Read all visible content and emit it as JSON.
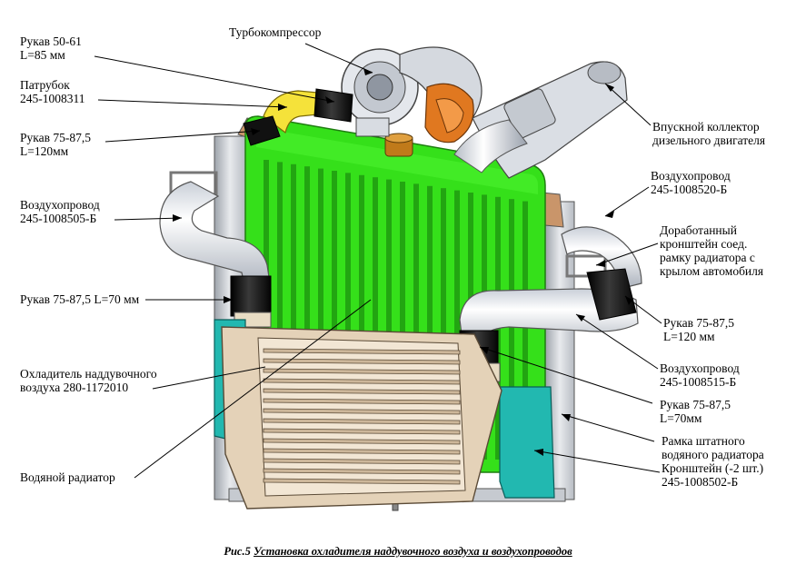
{
  "labels": {
    "hose_50_61": [
      "Рукав 50-61",
      "L=85 мм"
    ],
    "branch_pipe": [
      "Патрубок",
      "245-1008311"
    ],
    "hose_75_120_left": [
      "Рукав 75-87,5",
      "L=120мм"
    ],
    "air_duct_505": [
      "Воздухопровод",
      "245-1008505-Б"
    ],
    "hose_75_70_left": [
      "Рукав 75-87,5 L=70 мм"
    ],
    "intercooler": [
      "Охладитель наддувочного",
      "воздуха 280-1172010"
    ],
    "water_radiator": [
      "Водяной радиатор"
    ],
    "turbocharger": [
      "Турбокомпрессор"
    ],
    "intake_manifold": [
      "Впускной коллектор",
      "дизельного двигателя"
    ],
    "air_duct_520": [
      "Воздухопровод",
      "245-1008520-Б"
    ],
    "bracket_modified": [
      "Доработанный",
      "кронштейн соед.",
      "рамку радиатора с",
      "крылом автомобиля"
    ],
    "hose_75_120_right": [
      "Рукав 75-87,5",
      "L=120 мм"
    ],
    "air_duct_515": [
      "Воздухопровод",
      "245-1008515-Б"
    ],
    "hose_75_70_right": [
      "Рукав 75-87,5",
      "L=70мм"
    ],
    "radiator_frame": [
      "Рамка штатного",
      "водяного радиатора"
    ],
    "bracket_2pcs": [
      "Кронштейн (-2 шт.)",
      "245-1008502-Б"
    ]
  },
  "caption": {
    "prefix": "Рис.5",
    "title": "Установка охладителя наддувочного воздуха и воздухопроводов"
  },
  "colors": {
    "radiator": "#35e01a",
    "radiator_dark": "#1f9a10",
    "intercooler": "#e4d2b8",
    "bracket": "#22b8b0",
    "hose": "#1a1a1a",
    "pipe": "#e9ecf0",
    "branch_pipe": "#f5e23a",
    "turbo_housing": "#e07820"
  }
}
